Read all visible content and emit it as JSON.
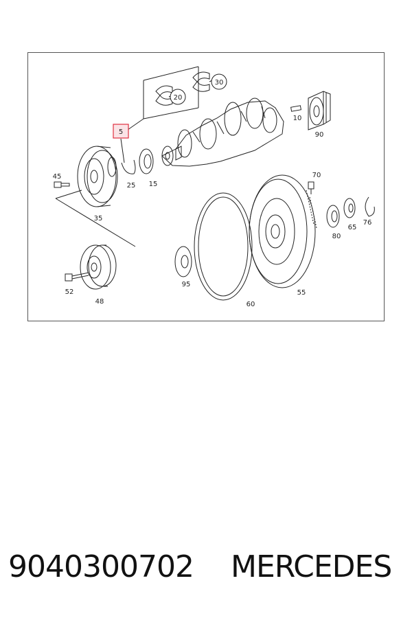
{
  "footer": {
    "part_number": "9040300702",
    "brand": "MERCEDES"
  },
  "diagram": {
    "highlight_color": "#e03040",
    "highlighted_label": "5",
    "callouts": [
      {
        "id": "5",
        "text": "5"
      },
      {
        "id": "20",
        "text": "20"
      },
      {
        "id": "30",
        "text": "30"
      },
      {
        "id": "10",
        "text": "10"
      },
      {
        "id": "90",
        "text": "90"
      },
      {
        "id": "25",
        "text": "25"
      },
      {
        "id": "15",
        "text": "15"
      },
      {
        "id": "45",
        "text": "45"
      },
      {
        "id": "35",
        "text": "35"
      },
      {
        "id": "70",
        "text": "70"
      },
      {
        "id": "80",
        "text": "80"
      },
      {
        "id": "65",
        "text": "65"
      },
      {
        "id": "76",
        "text": "76"
      },
      {
        "id": "52",
        "text": "52"
      },
      {
        "id": "48",
        "text": "48"
      },
      {
        "id": "95",
        "text": "95"
      },
      {
        "id": "60",
        "text": "60"
      },
      {
        "id": "55",
        "text": "55"
      }
    ]
  }
}
